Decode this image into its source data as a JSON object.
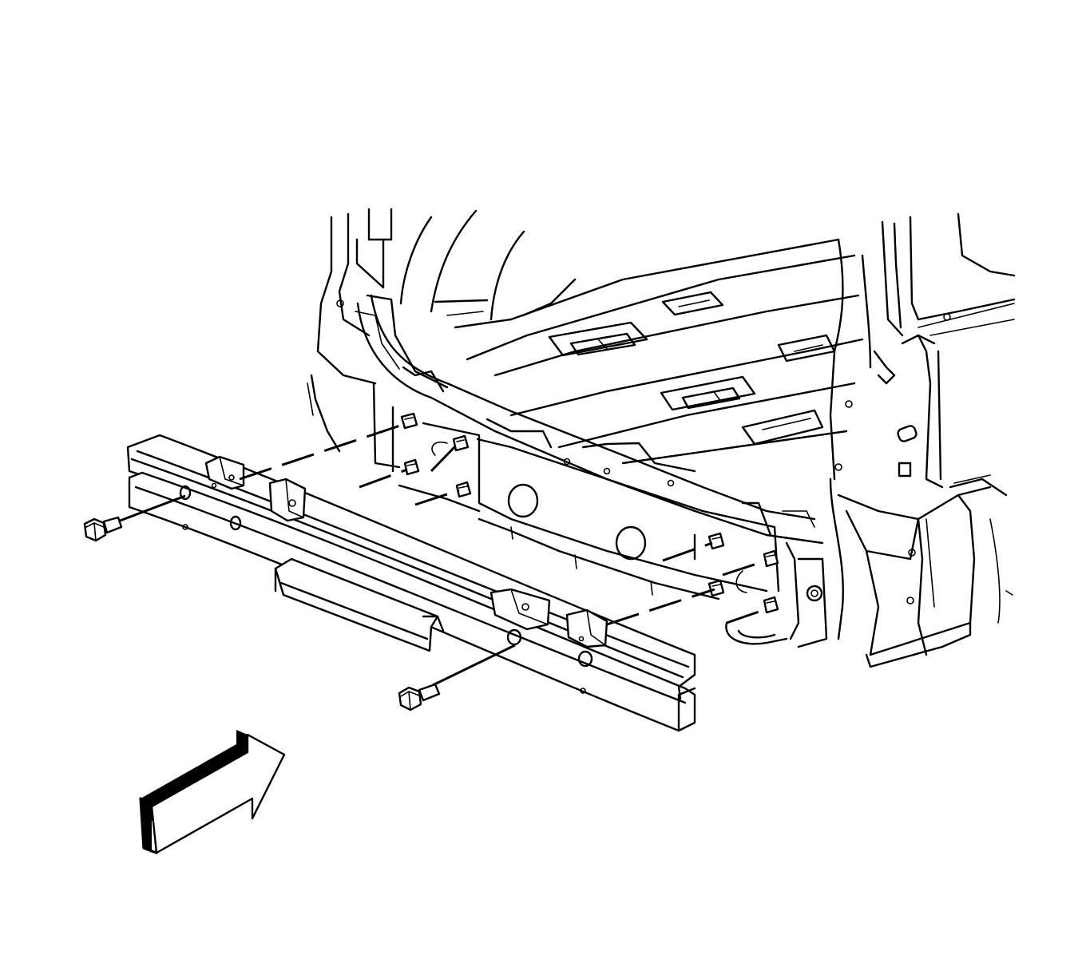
{
  "figure": {
    "kind": "exploded-assembly-line-drawing",
    "subject_parts": [
      "rear-body-frame",
      "bumper-impact-bar",
      "mounting-bolt-left",
      "mounting-bolt-right",
      "weld-nut",
      "view-direction-arrow"
    ],
    "colors": {
      "line": "#000000",
      "background": "#ffffff"
    }
  }
}
